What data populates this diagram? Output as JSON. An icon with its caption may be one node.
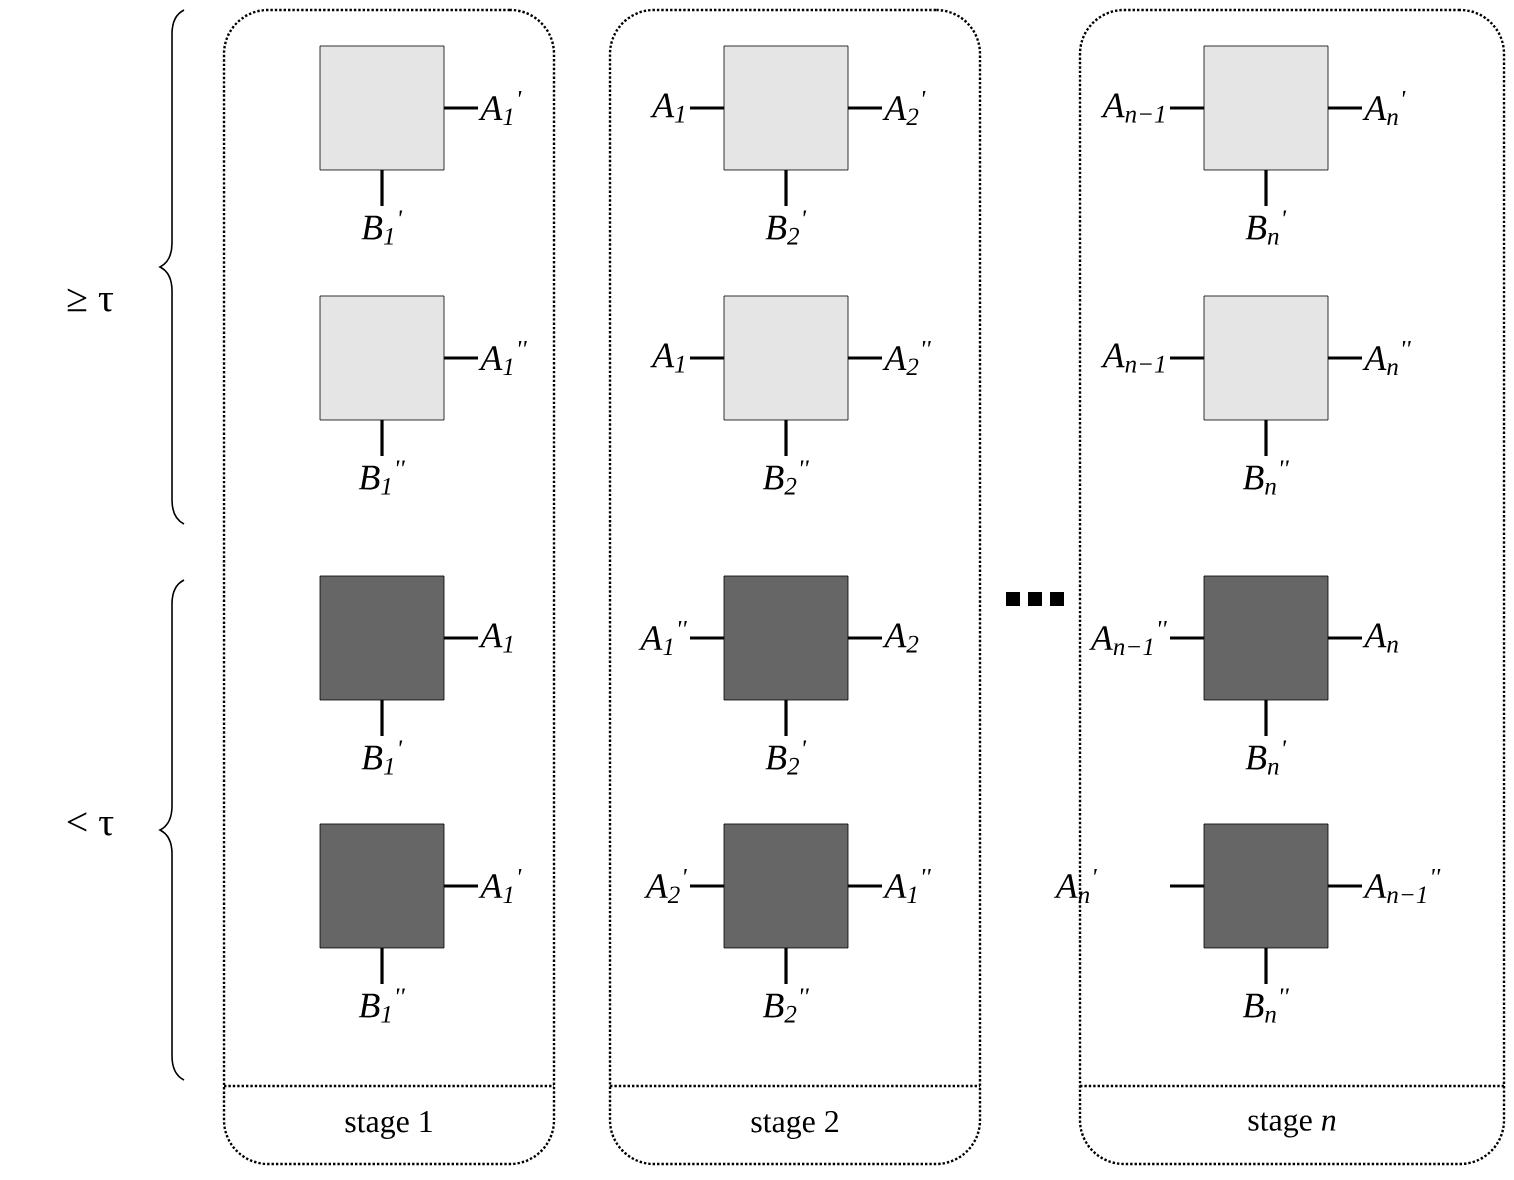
{
  "diagram": {
    "nodes": [
      {
        "text": [
          "stage 1"
        ]
      },
      {
        "text": [],
        "shape": "box",
        "in": 0,
        "beside": [
          "A$_{1}$$^{'}$",
          "B$_{1}$$^{'}$"
        ]
      },
      {
        "text": [],
        "shape": "box",
        "in": 0,
        "beside": [
          "A$_{1}$$^{''}$",
          "B$_{1}$$^{''}$"
        ]
      },
      {
        "text": [],
        "shape": "box",
        "in": 0,
        "beside": [
          "A$_{1}$",
          "B$_{1}$$^{'}$"
        ]
      },
      {
        "text": [],
        "shape": "box",
        "in": 0,
        "beside": [
          "A$_{1}$$^{'}$",
          "B$_{1}$$^{''}$"
        ]
      },
      {
        "text": [
          "stage 2"
        ]
      },
      {
        "text": [],
        "shape": "box",
        "in": 5,
        "beside": [
          "A$_{1}$",
          "A$_{2}$$^{'}$",
          "B$_{2}$$^{'}$"
        ]
      },
      {
        "text": [],
        "shape": "box",
        "in": 5,
        "beside": [
          "A$_{1}$",
          "A$_{2}$$^{''}$",
          "B$_{2}$$^{''}$"
        ]
      },
      {
        "text": [],
        "shape": "box",
        "in": 5,
        "beside": [
          "A$_{1}$$^{''}$",
          "A$_{2}$",
          "B$_{2}$$^{'}$"
        ]
      },
      {
        "text": [],
        "shape": "box",
        "in": 5,
        "beside": [
          "A$_{2}$$^{'}$",
          "A$_{1}$$^{''}$",
          "B$_{2}$$^{''}$"
        ]
      },
      {
        "text": [
          "stage *n*"
        ]
      },
      {
        "text": [],
        "shape": "box",
        "in": 10,
        "beside": [
          "A$_{n−1}$",
          "A$_{n}$$^{'}$",
          "B$_{n}$$^{'}$"
        ]
      },
      {
        "text": [],
        "shape": "box",
        "in": 10,
        "beside": [
          "A$_{n−1}$",
          "A$_{n}$$^{''}$",
          "B$_{n}$$^{''}$"
        ]
      },
      {
        "text": [],
        "shape": "box",
        "in": 10,
        "beside": [
          "A$_{n−1}$$^{''}$",
          "A$_{n}$",
          "B$_{n}$$^{'}$"
        ]
      },
      {
        "text": [],
        "shape": "box",
        "in": 10,
        "beside": [
          "A$_{n}$$^{'}$",
          "A$_{n−1}$$^{''}$",
          "B$_{n}$$^{''}$"
        ]
      }
    ],
    "labels": [
      "≥ τ",
      "< τ"
    ]
  }
}
